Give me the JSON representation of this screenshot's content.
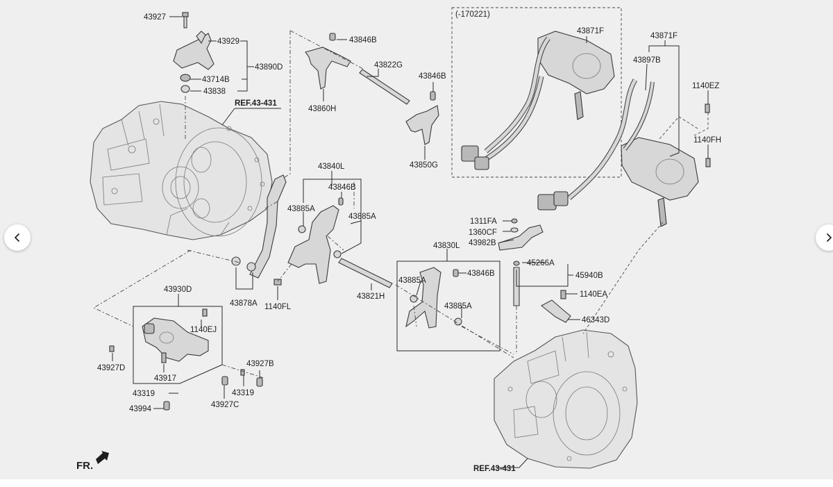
{
  "diagram": {
    "labels": {
      "l43927": "43927",
      "l43929": "43929",
      "l43890D": "43890D",
      "l43714B": "43714B",
      "l43838": "43838",
      "ref_top": "REF.43-431",
      "l43846B_a": "43846B",
      "l43822G": "43822G",
      "l43846B_b": "43846B",
      "l43860H": "43860H",
      "l43850G": "43850G",
      "date_note": "(-170221)",
      "l43871F_a": "43871F",
      "l43871F_b": "43871F",
      "l43897B": "43897B",
      "l1140EZ": "1140EZ",
      "l1140FH": "1140FH",
      "l43840L": "43840L",
      "l43846B_c": "43846B",
      "l43885A_a": "43885A",
      "l43885A_b": "43885A",
      "l43878A": "43878A",
      "l1140FL": "1140FL",
      "l43821H": "43821H",
      "l1311FA": "1311FA",
      "l1360CF": "1360CF",
      "l43982B": "43982B",
      "l43830L": "43830L",
      "l43846B_d": "43846B",
      "l43885A_c": "43885A",
      "l43885A_d": "43885A",
      "l45266A": "45266A",
      "l45940B": "45940B",
      "l1140EA": "1140EA",
      "l46343D": "46343D",
      "l43930D": "43930D",
      "l1140EJ": "1140EJ",
      "l43927D": "43927D",
      "l43917": "43917",
      "l43927B": "43927B",
      "l43319_a": "43319",
      "l43319_b": "43319",
      "l43927C": "43927C",
      "l43994": "43994",
      "fr": "FR.",
      "ref_bottom": "REF.43-431"
    }
  },
  "nav": {
    "prev_icon": "chevron-left-icon",
    "next_icon": "chevron-right-icon"
  },
  "colors": {
    "background": "#efefef",
    "line": "#2a2a2a",
    "part_fill": "#d7d7d7"
  }
}
